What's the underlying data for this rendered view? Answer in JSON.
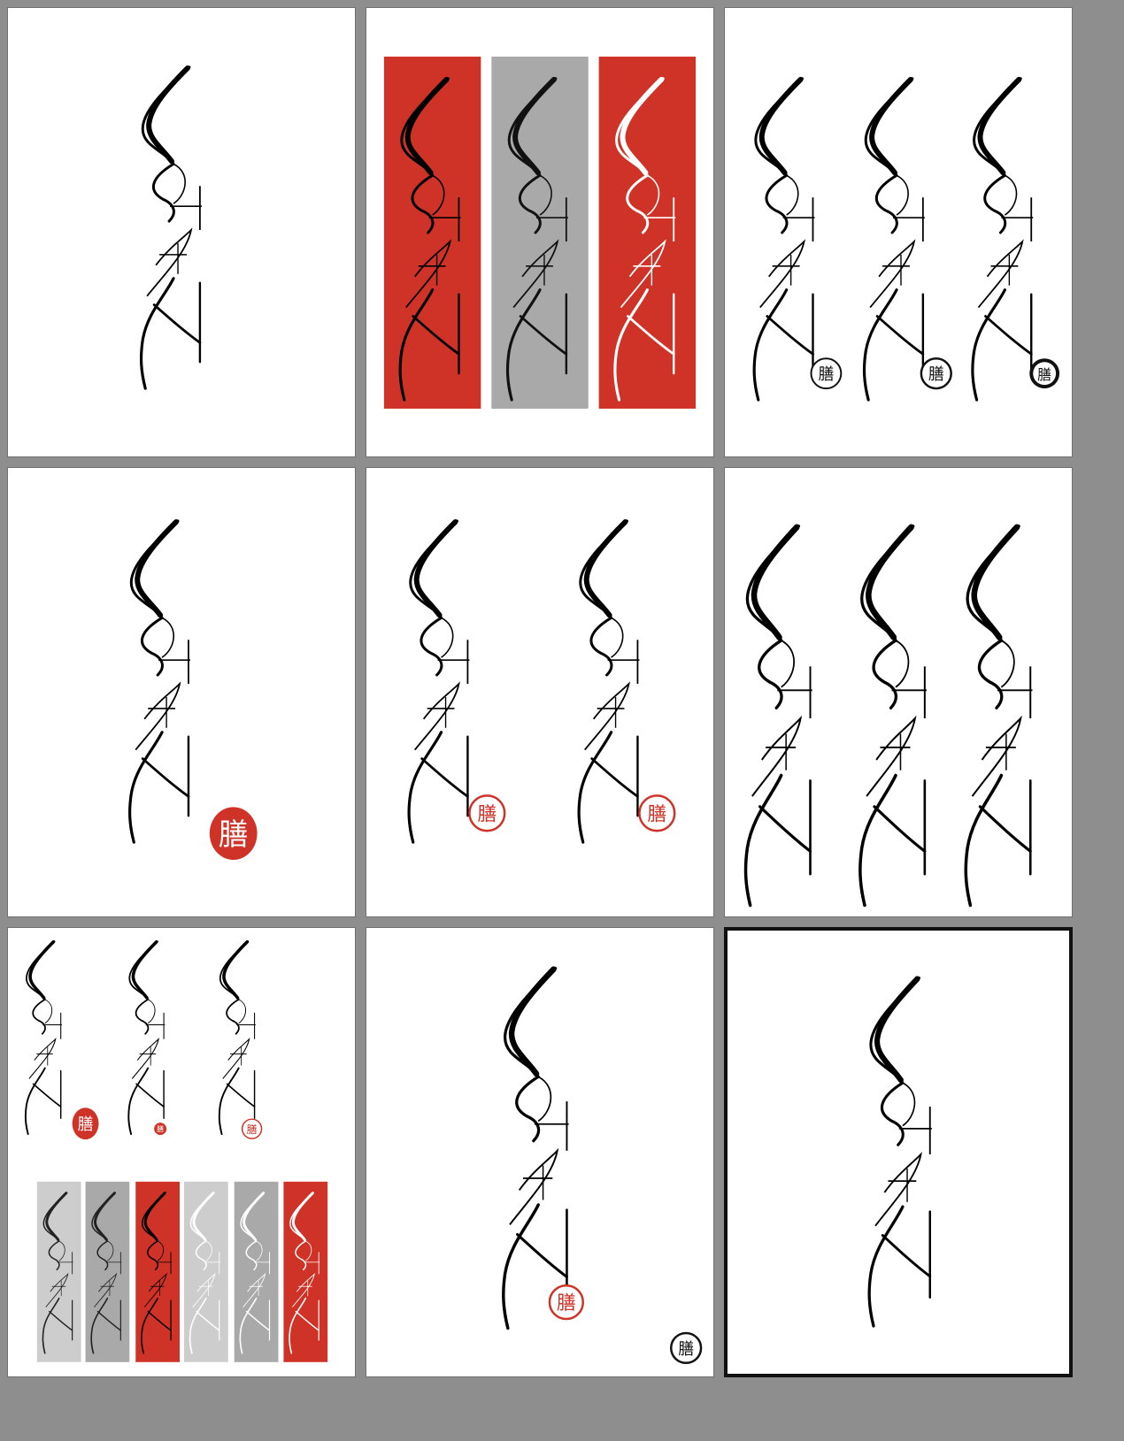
{
  "seal": {
    "char": "膳",
    "colors": {
      "red": "#cf3327",
      "black": "#111111",
      "white": "#ffffff"
    }
  },
  "palette": {
    "red": "#cf3327",
    "gray": "#a9a9a9",
    "light_gray": "#cdcdcd",
    "ink": "#000000",
    "paper": "#ffffff",
    "background": "#8e8e8e"
  },
  "grid": {
    "rows": 3,
    "cols": 3,
    "selected_tile": 9
  }
}
